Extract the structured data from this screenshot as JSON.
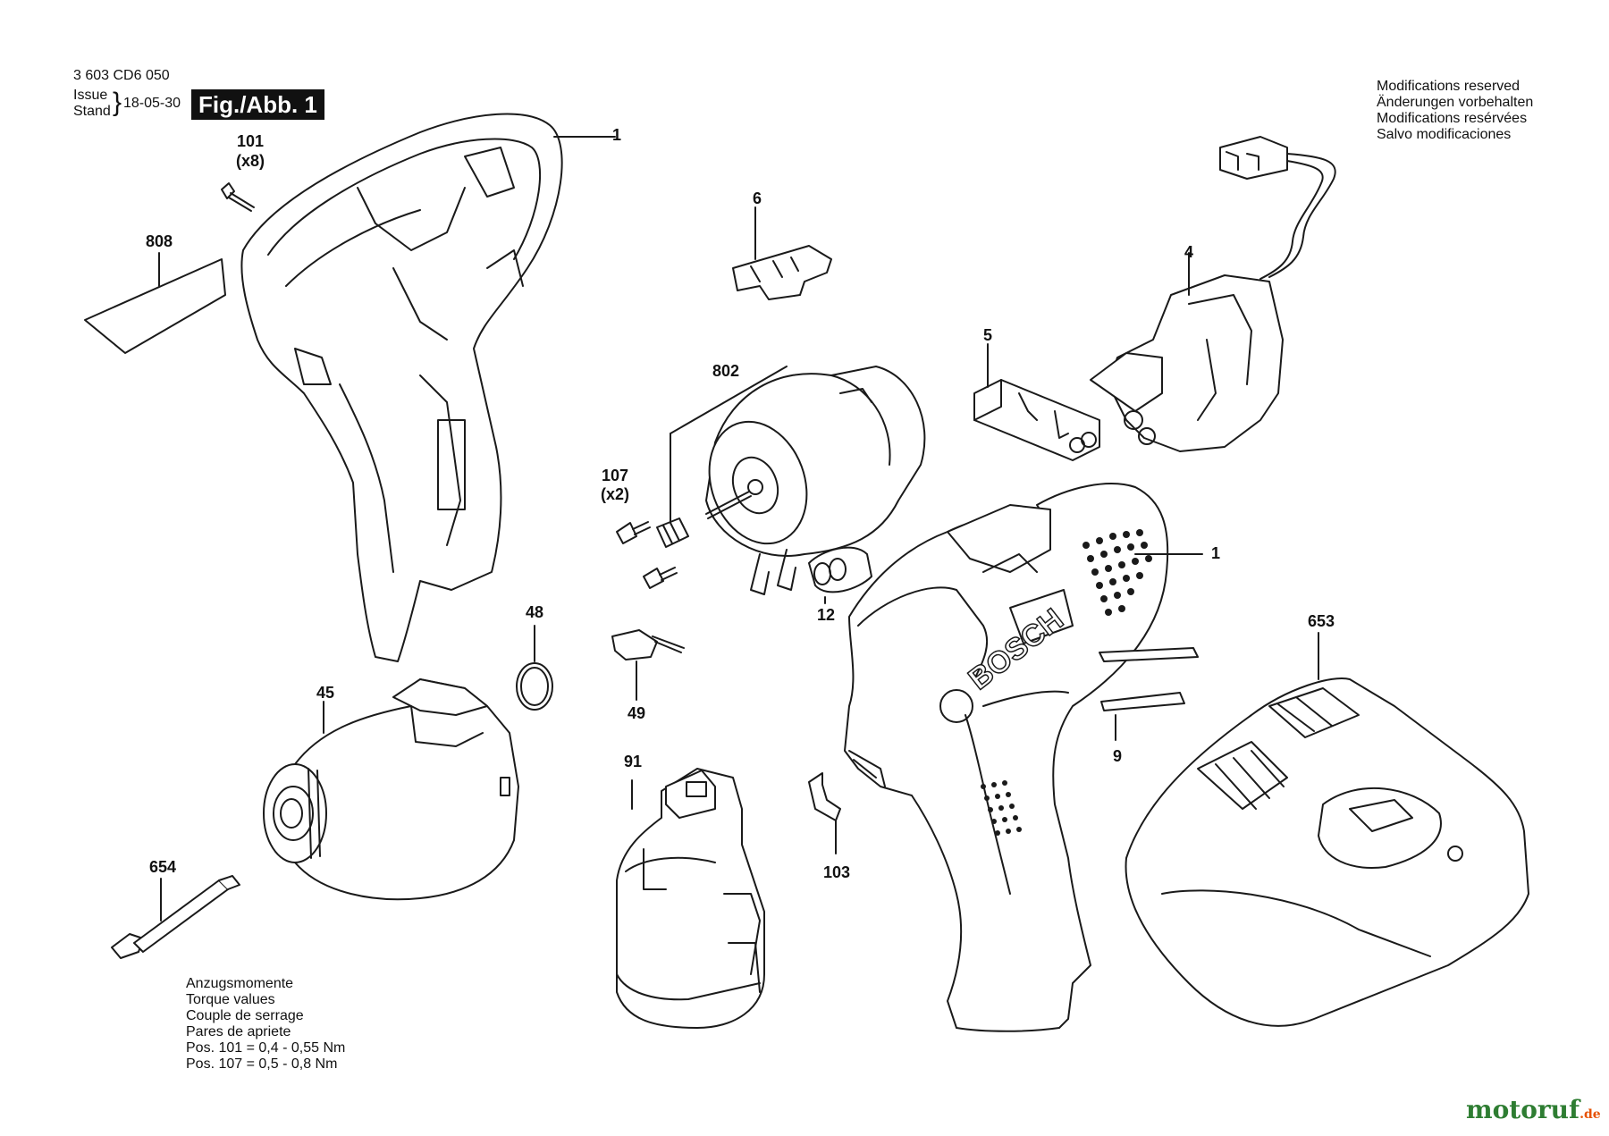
{
  "header": {
    "doc_number": "3 603 CD6 050",
    "issue_label": "Issue",
    "stand_label": "Stand",
    "date": "18-05-30",
    "figure_label": "Fig./Abb. 1"
  },
  "notice": [
    "Modifications reserved",
    "Änderungen vorbehalten",
    "Modifications resérvées",
    "Salvo modificaciones"
  ],
  "torque": {
    "lines": [
      "Anzugsmomente",
      "Torque values",
      "Couple de serrage",
      "Pares de apriete"
    ],
    "values": [
      "Pos. 101 = 0,4 - 0,55 Nm",
      "Pos. 107 = 0,5 - 0,8 Nm"
    ]
  },
  "callouts": {
    "c1_left": "1",
    "c101": "101",
    "c101_qty": "(x8)",
    "c808": "808",
    "c6": "6",
    "c4": "4",
    "c5": "5",
    "c802": "802",
    "c107": "107",
    "c107_qty": "(x2)",
    "c1_right": "1",
    "c12": "12",
    "c48": "48",
    "c49": "49",
    "c45": "45",
    "c653": "653",
    "c9": "9",
    "c91": "91",
    "c654": "654",
    "c103": "103"
  },
  "brand_on_housing": "BOSCH",
  "watermark": {
    "name": "motoruf",
    "tld": ".de"
  },
  "colors": {
    "line": "#1a1a1a",
    "watermark_green": "#2e7d32",
    "watermark_orange": "#e65100"
  }
}
